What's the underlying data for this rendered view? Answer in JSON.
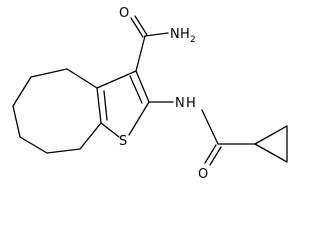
{
  "molecule": {
    "atoms": {
      "oxygen_amide": "O",
      "amine_n": "N",
      "amine_h": "H",
      "amine_sub": "2",
      "nh_n": "N",
      "nh_h": "H",
      "sulfur": "S",
      "oxygen_carbonyl": "O"
    }
  }
}
